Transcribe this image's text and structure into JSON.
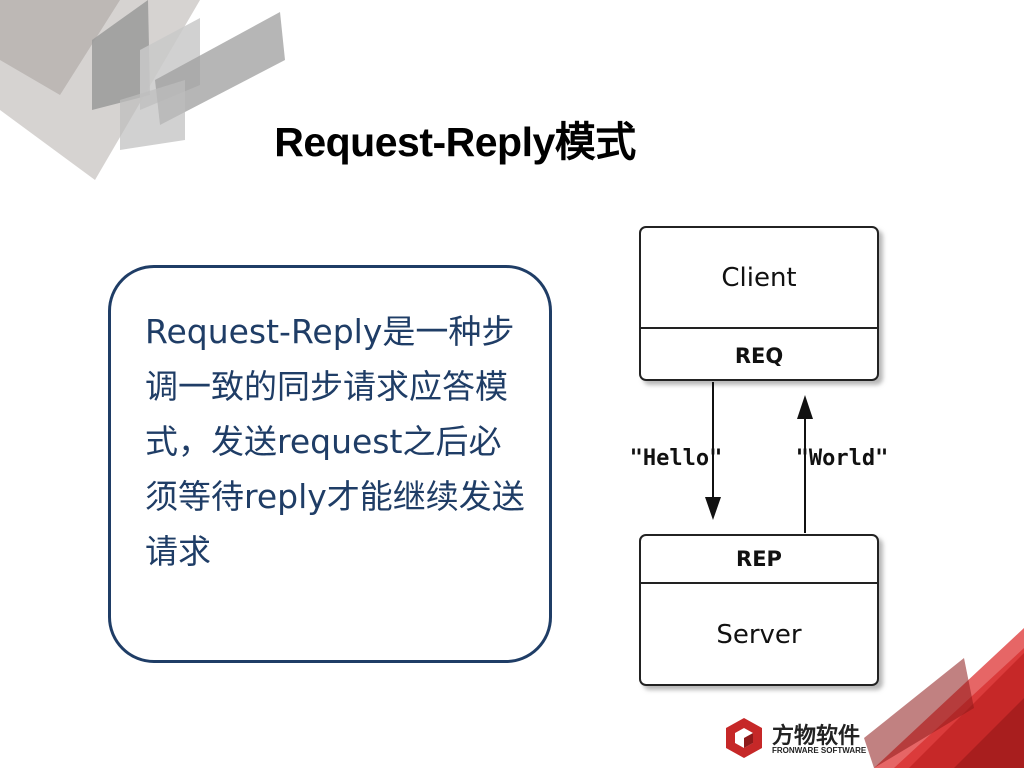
{
  "title": "Request-Reply模式",
  "description": "Request-Reply是一种步调一致的同步请求应答模式，发送request之后必须等待reply才能继续发送请求",
  "diagram": {
    "client_label": "Client",
    "req_label": "REQ",
    "rep_label": "REP",
    "server_label": "Server",
    "request_msg": "\"Hello\"",
    "reply_msg": "\"World\""
  },
  "logo": {
    "name_cn": "方物软件",
    "name_en": "FRONWARE SOFTWARE"
  },
  "colors": {
    "accent_red": "#d42c2c",
    "text_blue": "#1f3d66",
    "deco_gray": "#b8b8b8"
  }
}
